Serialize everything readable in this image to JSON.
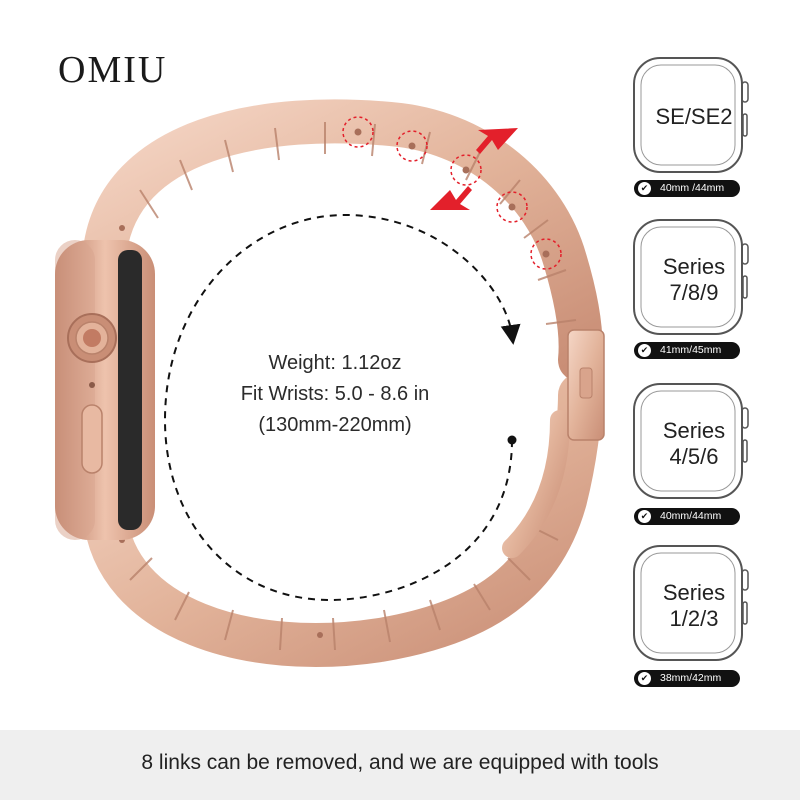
{
  "brand": {
    "logo_text": "OMIU"
  },
  "specs": {
    "weight": "Weight: 1.12oz",
    "fit": "Fit Wrists: 5.0 - 8.6 in",
    "metric": "(130mm-220mm)"
  },
  "models": [
    {
      "lines": [
        "SE/SE2"
      ],
      "sizes": "40mm /44mm"
    },
    {
      "lines": [
        "Series",
        "7/8/9"
      ],
      "sizes": "41mm/45mm"
    },
    {
      "lines": [
        "Series",
        "4/5/6"
      ],
      "sizes": "40mm/44mm"
    },
    {
      "lines": [
        "Series",
        "1/2/3"
      ],
      "sizes": "38mm/42mm"
    }
  ],
  "footer": {
    "text": "8 links can be removed, and we are equipped with tools"
  },
  "colors": {
    "rose_gold": "#e2b39a",
    "rose_gold_dark": "#c98e76",
    "rose_gold_light": "#f3d2c1",
    "arrow_red": "#e3202b",
    "footer_bg": "#efefef"
  }
}
